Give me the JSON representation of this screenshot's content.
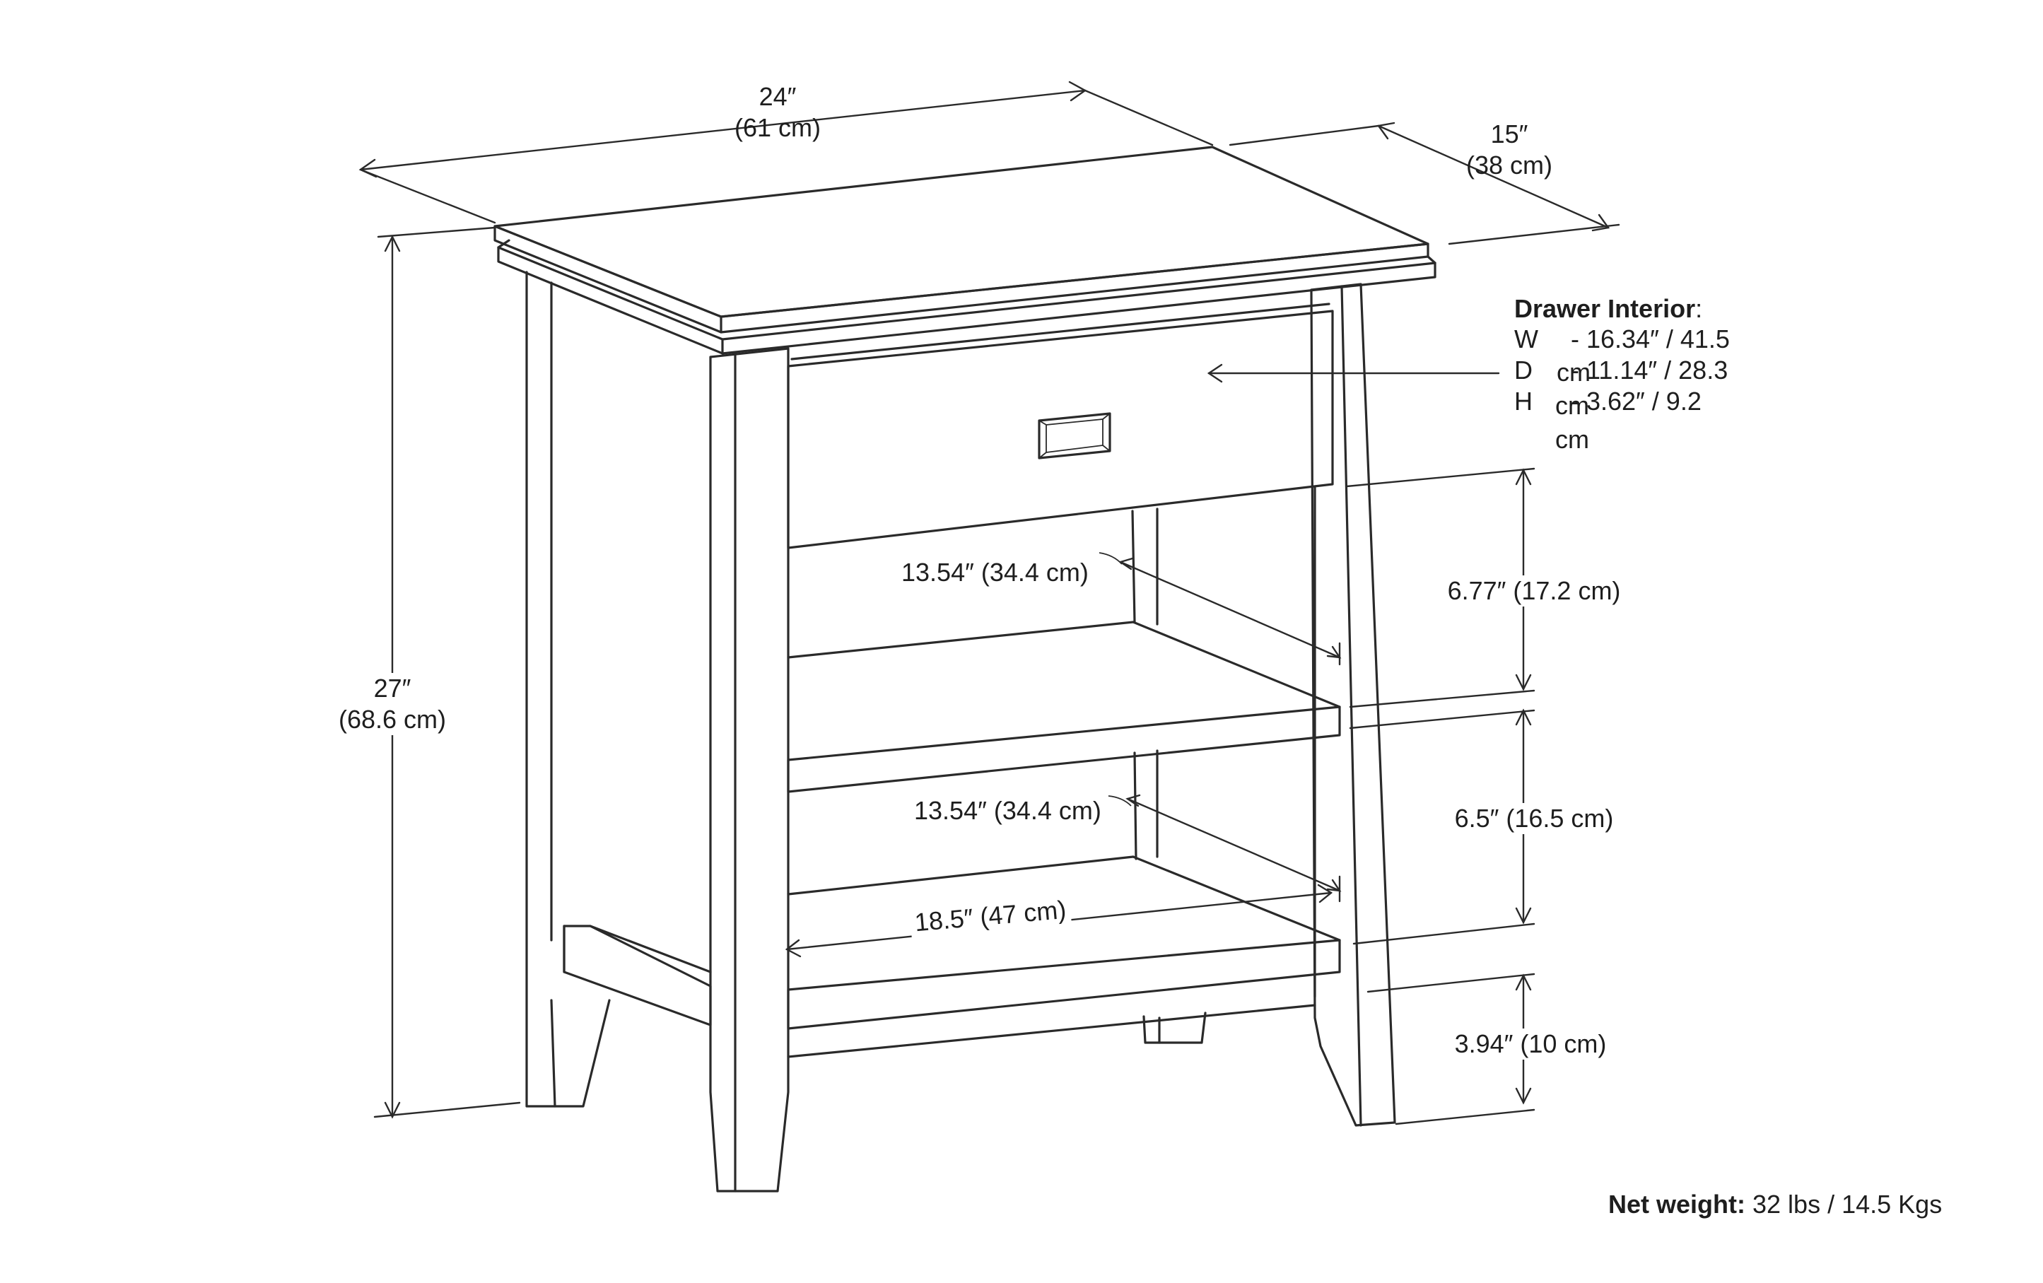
{
  "colors": {
    "line": "#2a2a2a",
    "text": "#1e1e1e",
    "background": "#ffffff"
  },
  "dimensions": {
    "width": {
      "imperial": "24″",
      "metric": "(61 cm)"
    },
    "depth": {
      "imperial": "15″",
      "metric": "(38 cm)"
    },
    "height": {
      "imperial": "27″",
      "metric": "(68.6 cm)"
    },
    "upper_shelf_depth": "13.54″ (34.4 cm)",
    "lower_shelf_depth": "13.54″ (34.4 cm)",
    "inner_width": "18.5″  (47 cm)",
    "upper_opening_height": "6.77″ (17.2 cm)",
    "lower_opening_height": "6.5″ (16.5 cm)",
    "clearance_height": "3.94″ (10 cm)"
  },
  "drawer_interior": {
    "title": "Drawer Interior",
    "colon": ":",
    "rows": [
      {
        "axis": "W",
        "value": "- 16.34″ /  41.5",
        "unit": "cm"
      },
      {
        "axis": "D",
        "value": "- 11.14″ / 28.3",
        "unit": "cm"
      },
      {
        "axis": "H",
        "value": "- 3.62″ / 9.2",
        "unit": "cm"
      }
    ]
  },
  "net_weight": {
    "label": "Net weight:",
    "value": "32 lbs / 14.5 Kgs"
  }
}
